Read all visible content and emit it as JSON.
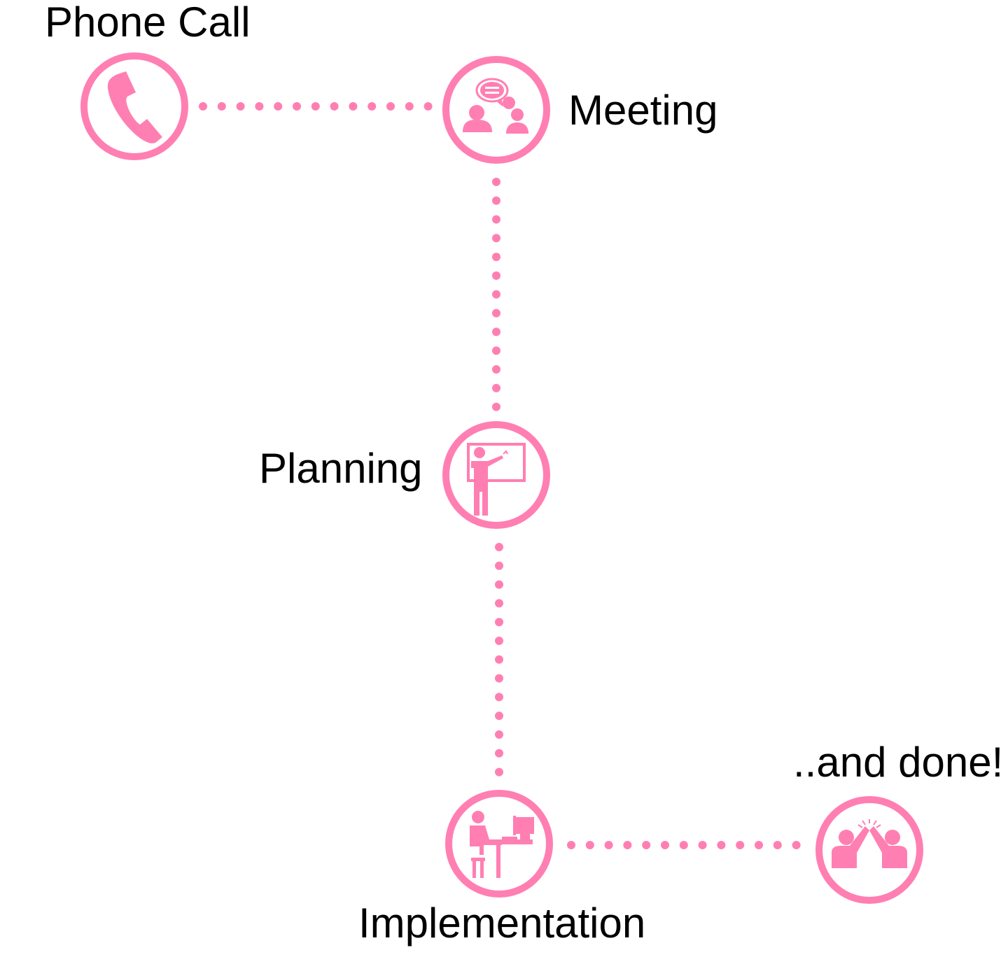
{
  "theme": {
    "accent": "#ff7fb2"
  },
  "steps": [
    {
      "label": "Phone Call",
      "icon": "phone-icon"
    },
    {
      "label": "Meeting",
      "icon": "meeting-icon"
    },
    {
      "label": "Planning",
      "icon": "presentation-icon"
    },
    {
      "label": "Implementation",
      "icon": "computer-work-icon"
    },
    {
      "label": "..and done!",
      "icon": "high-five-icon"
    }
  ]
}
